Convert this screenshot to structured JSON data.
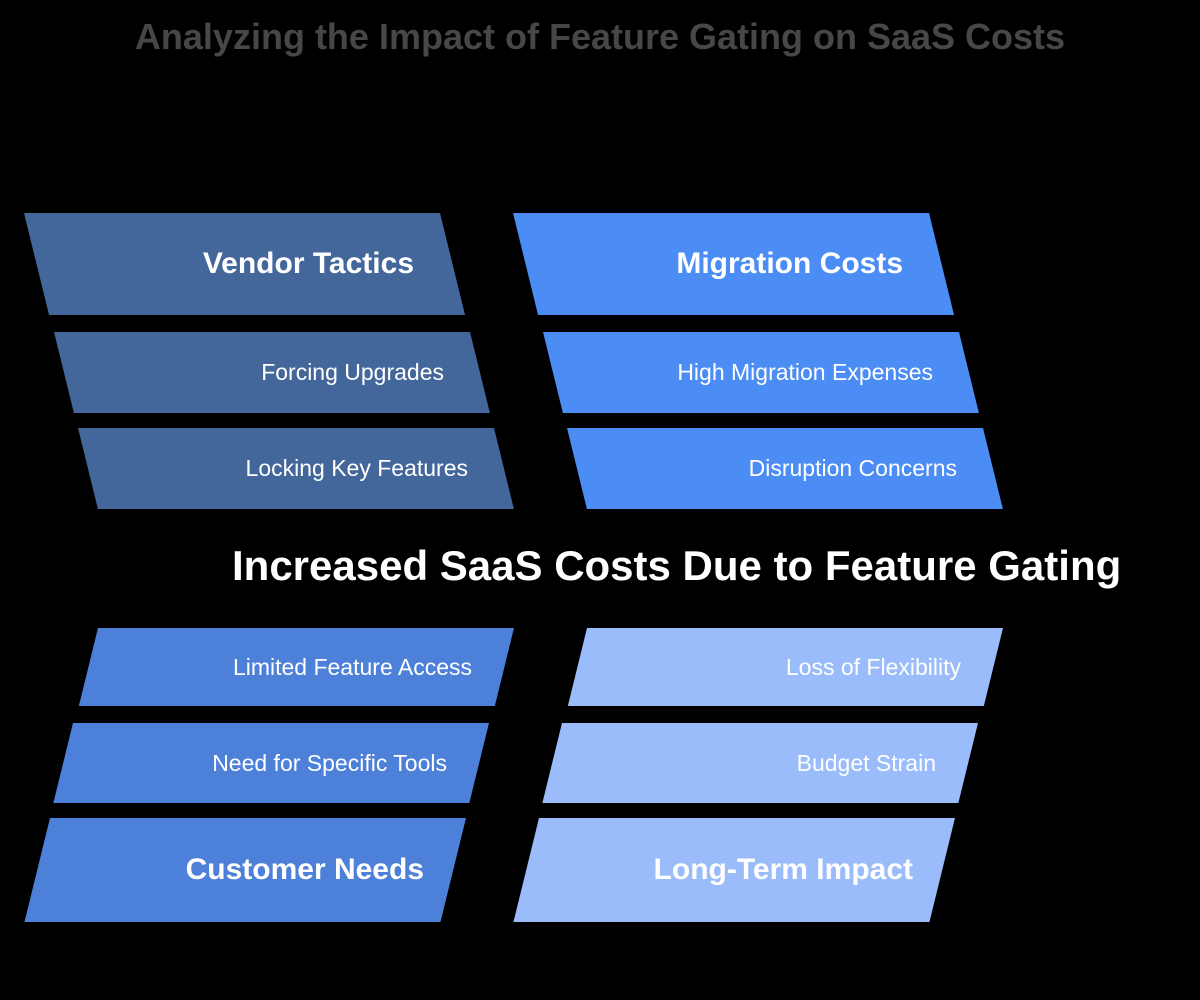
{
  "title": "Analyzing the Impact of Feature Gating on SaaS Costs",
  "center_label": "Increased SaaS Costs Due to Feature Gating",
  "colors": {
    "background": "#000000",
    "title_text": "#474747",
    "center_label_text": "#ffffff",
    "bar_text": "#ffffff",
    "vendor_tactics": "#44679B",
    "migration_costs": "#4B8CF5",
    "customer_needs": "#4D80D9",
    "long_term_impact": "#9ABCFA"
  },
  "groups": [
    {
      "id": "vendor-tactics",
      "position": "top-left",
      "header": "Vendor Tactics",
      "color": "#44679B",
      "items": [
        "Forcing Upgrades",
        "Locking Key Features"
      ]
    },
    {
      "id": "migration-costs",
      "position": "top-right",
      "header": "Migration Costs",
      "color": "#4B8CF5",
      "items": [
        "High Migration Expenses",
        "Disruption Concerns"
      ]
    },
    {
      "id": "customer-needs",
      "position": "bottom-left",
      "header": "Customer Needs",
      "color": "#4D80D9",
      "items": [
        "Limited Feature Access",
        "Need for Specific Tools"
      ]
    },
    {
      "id": "long-term-impact",
      "position": "bottom-right",
      "header": "Long-Term Impact",
      "color": "#9ABCFA",
      "items": [
        "Loss of Flexibility",
        "Budget Strain"
      ]
    }
  ]
}
